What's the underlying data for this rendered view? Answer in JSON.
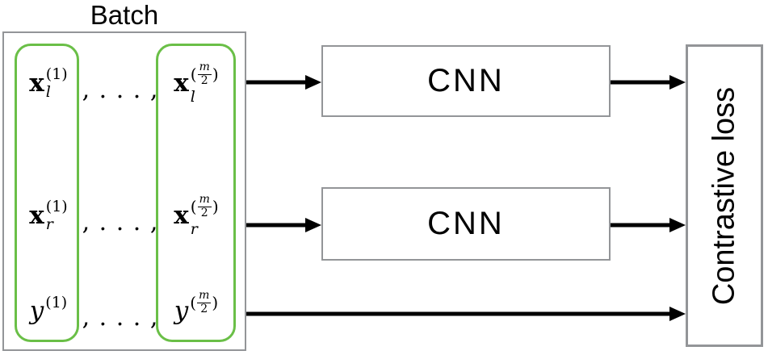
{
  "diagram": {
    "batch": {
      "title": "Batch",
      "rows": [
        {
          "left": {
            "base": "x",
            "sub": "l",
            "sup": "(1)"
          },
          "dots": ", . . . ,",
          "right": {
            "base": "x",
            "sub": "l",
            "paren_open": "(",
            "frac_num": "m",
            "frac_den": "2",
            "paren_close": ")"
          }
        },
        {
          "left": {
            "base": "x",
            "sub": "r",
            "sup": "(1)"
          },
          "dots": ", . . . ,",
          "right": {
            "base": "x",
            "sub": "r",
            "paren_open": "(",
            "frac_num": "m",
            "frac_den": "2",
            "paren_close": ")"
          }
        },
        {
          "left": {
            "base": "y",
            "sub": "",
            "sup": "(1)"
          },
          "dots": ", . . . ,",
          "right": {
            "base": "y",
            "sub": "",
            "paren_open": "(",
            "frac_num": "m",
            "frac_den": "2",
            "paren_close": ")"
          }
        }
      ]
    },
    "cnn_top": {
      "label": "CNN"
    },
    "cnn_bottom": {
      "label": "CNN"
    },
    "loss": {
      "label": "Contrastive loss"
    },
    "colors": {
      "highlight_green": "#6abf47",
      "box_border_gray": "#939598",
      "arrow_black": "#000000"
    }
  }
}
